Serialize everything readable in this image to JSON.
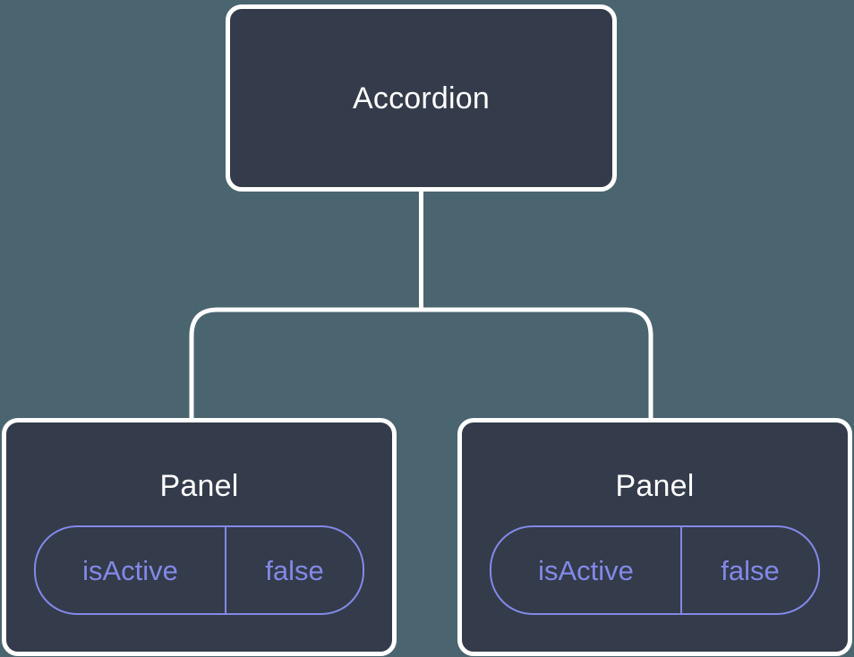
{
  "diagram": {
    "type": "component-tree",
    "background_color": "#4b6570",
    "node_fill_color": "#343b4a",
    "node_border_color": "#ffffff",
    "edge_color": "#ffffff",
    "prop_accent_color": "#8289e8",
    "root": {
      "id": "accordion",
      "label": "Accordion"
    },
    "children": [
      {
        "id": "panel-1",
        "label": "Panel",
        "props": [
          {
            "key": "isActive",
            "value": "false"
          }
        ]
      },
      {
        "id": "panel-2",
        "label": "Panel",
        "props": [
          {
            "key": "isActive",
            "value": "false"
          }
        ]
      }
    ]
  }
}
